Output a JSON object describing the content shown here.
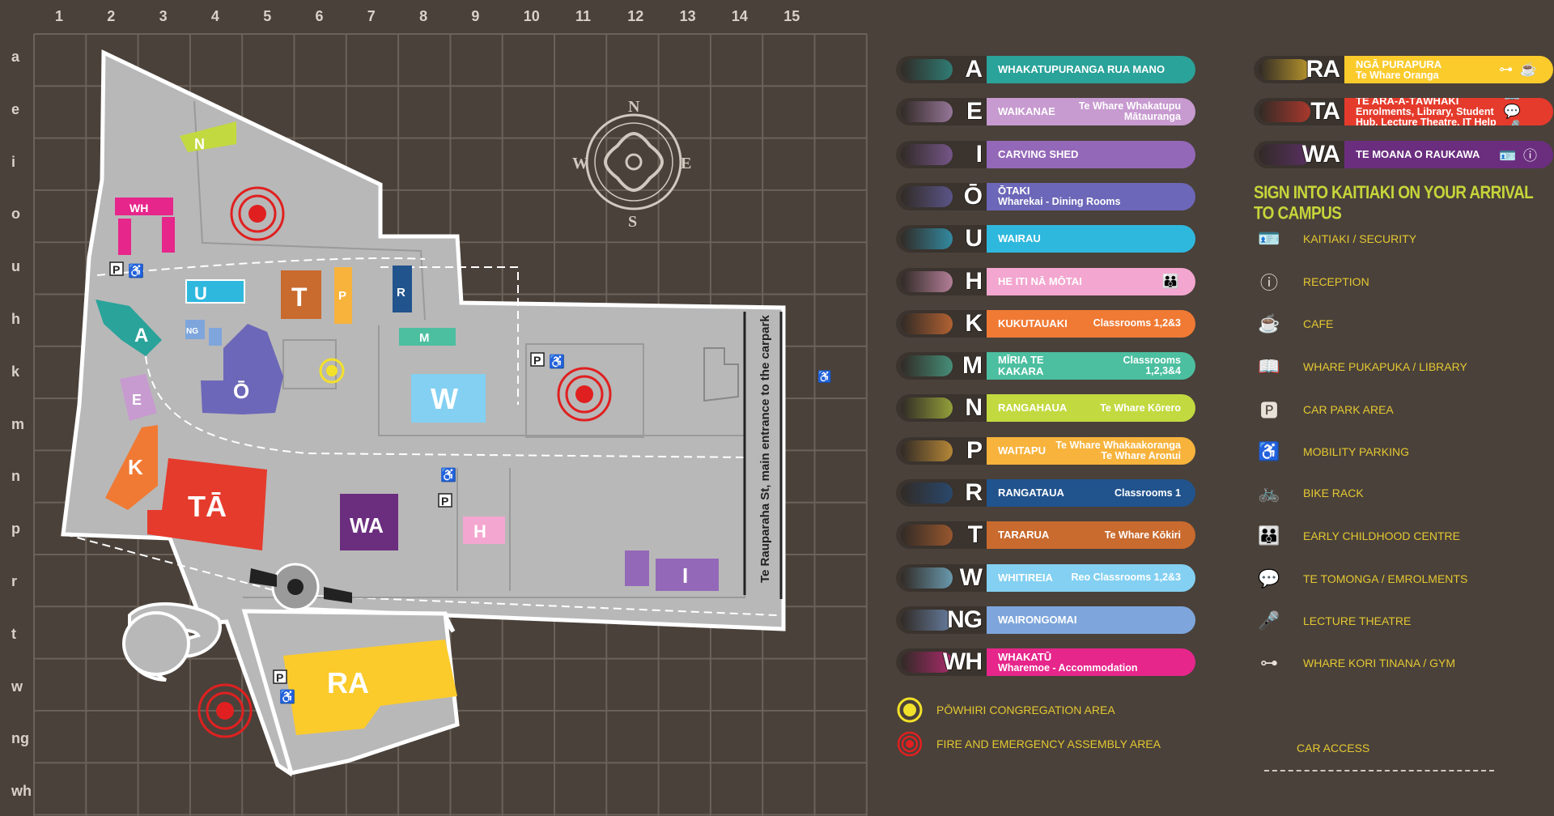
{
  "grid": {
    "columns": [
      "1",
      "2",
      "3",
      "4",
      "5",
      "6",
      "7",
      "8",
      "9",
      "10",
      "11",
      "12",
      "13",
      "14",
      "15"
    ],
    "rows": [
      "a",
      "e",
      "i",
      "o",
      "u",
      "h",
      "k",
      "m",
      "n",
      "p",
      "r",
      "t",
      "w",
      "ng",
      "wh"
    ]
  },
  "map": {
    "road_label": "Te Rauparaha St, main entrance to the carpark",
    "compass": {
      "n": "N",
      "e": "E",
      "s": "S",
      "w": "W"
    },
    "buildings": {
      "N": "N",
      "WH": "WH",
      "U": "U",
      "T": "T",
      "P": "P",
      "R": "R",
      "A": "A",
      "NG": "NG",
      "M": "M",
      "O": "Ō",
      "W": "W",
      "E": "E",
      "K": "K",
      "TA": "TĀ",
      "WA": "WA",
      "H": "H",
      "I": "I",
      "RA": "RA"
    }
  },
  "colors": {
    "background": "#4a413a",
    "map_ground": "#b8b8b8",
    "A": "#2aa39a",
    "E": "#c79ad0",
    "I": "#9468b8",
    "O": "#6c67b8",
    "U": "#2fb8de",
    "H": "#f3a6cf",
    "K": "#f07a34",
    "M": "#4cbfa0",
    "N": "#c3d940",
    "P": "#f7b33c",
    "R": "#21538d",
    "T": "#c96a2e",
    "W": "#83d0f2",
    "NG": "#7ea6dc",
    "WH": "#e6268b",
    "RA": "#fbcb2c",
    "TA": "#e53b2c",
    "WA": "#6b2e7f",
    "assembly": "#e02020",
    "powhiri": "#f2e12a",
    "banner": "#c5d63a",
    "legend_text": "#e4c832"
  },
  "legend_left": [
    {
      "code": "A",
      "name": "WHAKATUPURANGA RUA MANO",
      "sub": "",
      "color": "#2aa39a"
    },
    {
      "code": "E",
      "name": "WAIKANAE",
      "sub": "Te Whare Whakatupu Mātauranga",
      "color": "#c79ad0"
    },
    {
      "code": "I",
      "name": "CARVING SHED",
      "sub": "",
      "color": "#9468b8"
    },
    {
      "code": "Ō",
      "name": "ŌTAKI",
      "sub2": "Wharekai - Dining Rooms",
      "color": "#6c67b8"
    },
    {
      "code": "U",
      "name": "WAIRAU",
      "sub": "",
      "color": "#2fb8de"
    },
    {
      "code": "H",
      "name": "HE ITI NĀ MŌTAI",
      "sub": "",
      "icon": "family-icon",
      "color": "#f3a6cf"
    },
    {
      "code": "K",
      "name": "KUKUTAUAKI",
      "sub": "Classrooms 1,2&3",
      "color": "#f07a34"
    },
    {
      "code": "M",
      "name": "MĪRIA TE KAKARA",
      "sub": "Classrooms 1,2,3&4",
      "color": "#4cbfa0"
    },
    {
      "code": "N",
      "name": "RANGAHAUA",
      "sub": "Te Whare Kōrero",
      "color": "#c3d940"
    },
    {
      "code": "P",
      "name": "WAITAPU",
      "sub": "Te Whare Whakaakoranga Te Whare Aronui",
      "color": "#f7b33c"
    },
    {
      "code": "R",
      "name": "RANGATAUA",
      "sub": "Classrooms 1",
      "color": "#21538d"
    },
    {
      "code": "T",
      "name": "TARARUA",
      "sub": "Te Whare Kōkiri",
      "color": "#c96a2e"
    },
    {
      "code": "W",
      "name": "WHITIREIA",
      "sub": "Reo Classrooms 1,2&3",
      "color": "#83d0f2"
    },
    {
      "code": "NG",
      "name": "WAIRONGOMAI",
      "sub": "",
      "color": "#7ea6dc"
    },
    {
      "code": "WH",
      "name": "WHAKATŪ",
      "sub2": "Wharemoe - Accommodation",
      "color": "#e6268b"
    }
  ],
  "legend_right": [
    {
      "code": "RA",
      "name": "NGĀ PURAPURA",
      "sub2": "Te Whare Oranga",
      "icons": "gym-icon cafe-icon",
      "color": "#fbcb2c"
    },
    {
      "code": "TA",
      "name": "TE ARA-A-TĀWHAKI",
      "sub2": "Enrolments, Library, Student Hub, Lecture Theatre, IT Help",
      "icons": "library-icon enrolments-icon lecture-icon",
      "color": "#e53b2c"
    },
    {
      "code": "WA",
      "name": "TE MOANA O RAUKAWA",
      "sub": "",
      "icons": "security-icon reception-icon",
      "color": "#6b2e7f"
    }
  ],
  "banner": "SIGN INTO KAITIAKI ON YOUR ARRIVAL TO CAMPUS",
  "icon_legend": [
    {
      "icon": "security-icon",
      "label": "KAITIAKI / SECURITY"
    },
    {
      "icon": "reception-icon",
      "label": "RECEPTION"
    },
    {
      "icon": "cafe-icon",
      "label": "CAFE"
    },
    {
      "icon": "library-icon",
      "label": "WHARE PUKAPUKA / LIBRARY"
    },
    {
      "icon": "car-park-icon",
      "label": "CAR PARK AREA"
    },
    {
      "icon": "mobility-icon",
      "label": "MOBILITY PARKING"
    },
    {
      "icon": "bike-icon",
      "label": "BIKE RACK"
    },
    {
      "icon": "childcare-icon",
      "label": "EARLY CHILDHOOD CENTRE"
    },
    {
      "icon": "enrolments-icon",
      "label": "TE TOMONGA / EMROLMENTS"
    },
    {
      "icon": "lecture-icon",
      "label": "LECTURE THEATRE"
    },
    {
      "icon": "gym-icon",
      "label": "WHARE KORI TINANA / GYM"
    }
  ],
  "key": {
    "powhiri": "PŌWHIRI CONGREGATION AREA",
    "assembly": "FIRE AND EMERGENCY ASSEMBLY AREA",
    "car_access": "CAR ACCESS"
  }
}
